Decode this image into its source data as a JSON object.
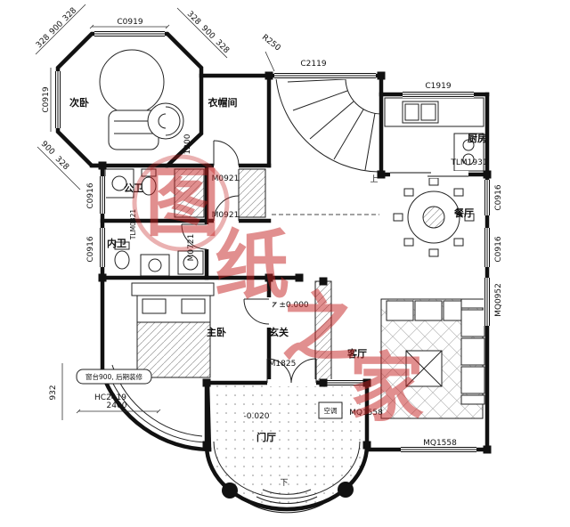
{
  "watermark": {
    "c0": "图",
    "c1": "纸",
    "c2": "之",
    "c3": "家"
  },
  "rooms": {
    "secondary_bedroom": "次卧",
    "cloakroom": "衣帽间",
    "kitchen": "厨房",
    "public_bath": "公卫",
    "private_bath": "内卫",
    "dining": "餐厅",
    "master_bedroom": "主卧",
    "entry": "玄关",
    "living": "客厅",
    "foyer": "门厅"
  },
  "levels": {
    "ground": "±0.000",
    "foyer": "-0.020"
  },
  "stair": {
    "up": "上",
    "down": "下"
  },
  "notes": {
    "sill": "窗台900, 后期装修",
    "ac": "空调"
  },
  "dims": {
    "c0919_top": "C0919",
    "c0919_left": "C0919",
    "nw_328a": "328",
    "nw_900": "900",
    "nw_328b": "328",
    "ne_328a": "328",
    "ne_900": "900",
    "ne_328b": "328",
    "sw_900": "900",
    "sw_328": "328",
    "r250": "R250",
    "c2119": "C2119",
    "c1919": "C1919",
    "d1200": "1200",
    "tlm1931": "TLM1931",
    "m0921_a": "M0921",
    "m0921_b": "M0921",
    "m0721": "M0721",
    "tlm0821": "TLM0821",
    "c0916_left_a": "C0916",
    "c0916_left_b": "C0916",
    "c0916_right_a": "C0916",
    "c0916_right_b": "C0916",
    "mq0952": "MQ0952",
    "m1825": "M1825",
    "hc2419": "HC2419",
    "d2400": "2400",
    "d932": "932",
    "mq1558_a": "MQ1558",
    "mq1558_b": "MQ1558"
  }
}
